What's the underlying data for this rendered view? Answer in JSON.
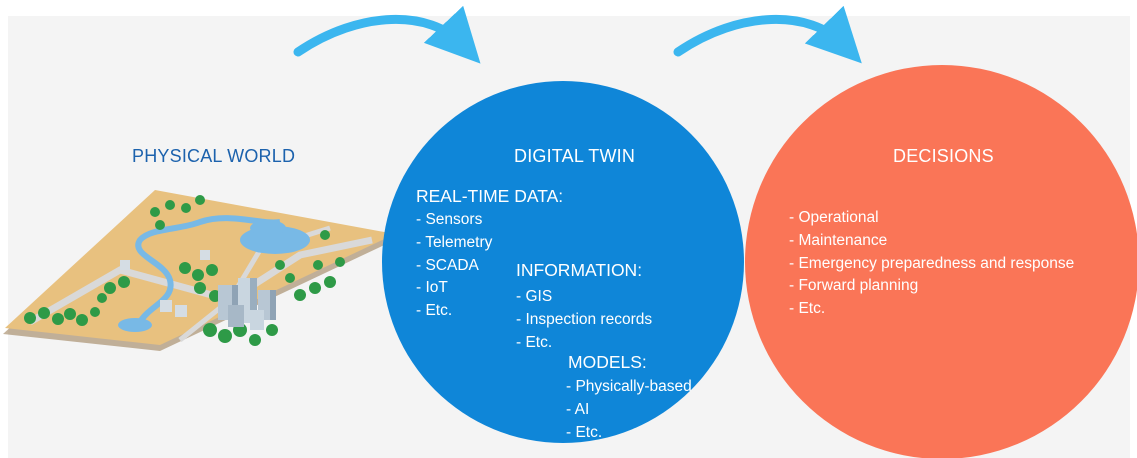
{
  "colors": {
    "digital_twin_circle": "#0f86d8",
    "decisions_circle": "#fa6b4a",
    "arrow": "#3bb6ef",
    "physical_world_title": "#1c62ad",
    "land": "#e8c17f",
    "water": "#78b9e6",
    "trees": "#2e9a47"
  },
  "physical_world": {
    "title": "PHYSICAL WORLD"
  },
  "digital_twin": {
    "title": "DIGITAL TWIN",
    "real_time_data": {
      "heading": "REAL-TIME DATA:",
      "items": [
        "- Sensors",
        "- Telemetry",
        "- SCADA",
        "- IoT",
        "- Etc."
      ]
    },
    "information": {
      "heading": "INFORMATION:",
      "items": [
        "- GIS",
        "- Inspection records",
        "- Etc."
      ]
    },
    "models": {
      "heading": "MODELS:",
      "items": [
        "- Physically-based",
        "- AI",
        "- Etc."
      ]
    }
  },
  "decisions": {
    "title": "DECISIONS",
    "items": [
      "- Operational",
      "- Maintenance",
      "- Emergency preparedness and response",
      "- Forward planning",
      "- Etc."
    ]
  }
}
